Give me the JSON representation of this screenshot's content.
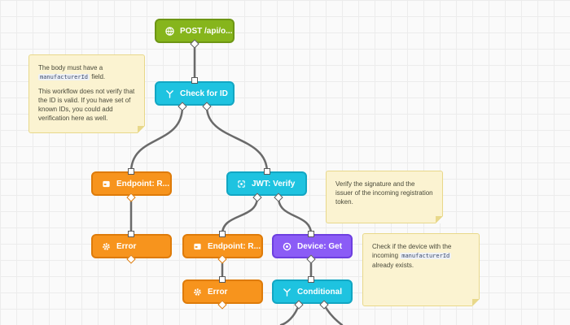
{
  "nodes": {
    "post": {
      "label": "POST /api/o...",
      "icon": "globe-icon"
    },
    "check_id": {
      "label": "Check for ID",
      "icon": "branch-icon"
    },
    "endpoint_left": {
      "label": "Endpoint: R...",
      "icon": "endpoint-icon"
    },
    "jwt_verify": {
      "label": "JWT: Verify",
      "icon": "jwt-icon"
    },
    "error_left": {
      "label": "Error",
      "icon": "gear-icon"
    },
    "endpoint_mid": {
      "label": "Endpoint: R...",
      "icon": "endpoint-icon"
    },
    "device_get": {
      "label": "Device: Get",
      "icon": "device-icon"
    },
    "error_mid": {
      "label": "Error",
      "icon": "gear-icon"
    },
    "conditional": {
      "label": "Conditional",
      "icon": "branch-icon"
    }
  },
  "notes": {
    "body_note": {
      "line1_a": "The body must have a",
      "code": "manufacturerId",
      "line1_b": "field.",
      "line2": "This workflow does not verify that the ID is valid. If you have set of known IDs, you could add verification here as well."
    },
    "jwt_note": {
      "text": "Verify the signature and the issuer of the incoming registration token."
    },
    "device_note": {
      "text_a": "Check if the device with the incoming",
      "code": "manufacturerId",
      "text_b": "already exists."
    }
  },
  "colors": {
    "trigger": "#86b51c",
    "logic": "#1ec3e0",
    "endpoint": "#f7941d",
    "device": "#8b5cf6",
    "note_bg": "#fbf3d1",
    "wire": "#5a5a5a"
  }
}
